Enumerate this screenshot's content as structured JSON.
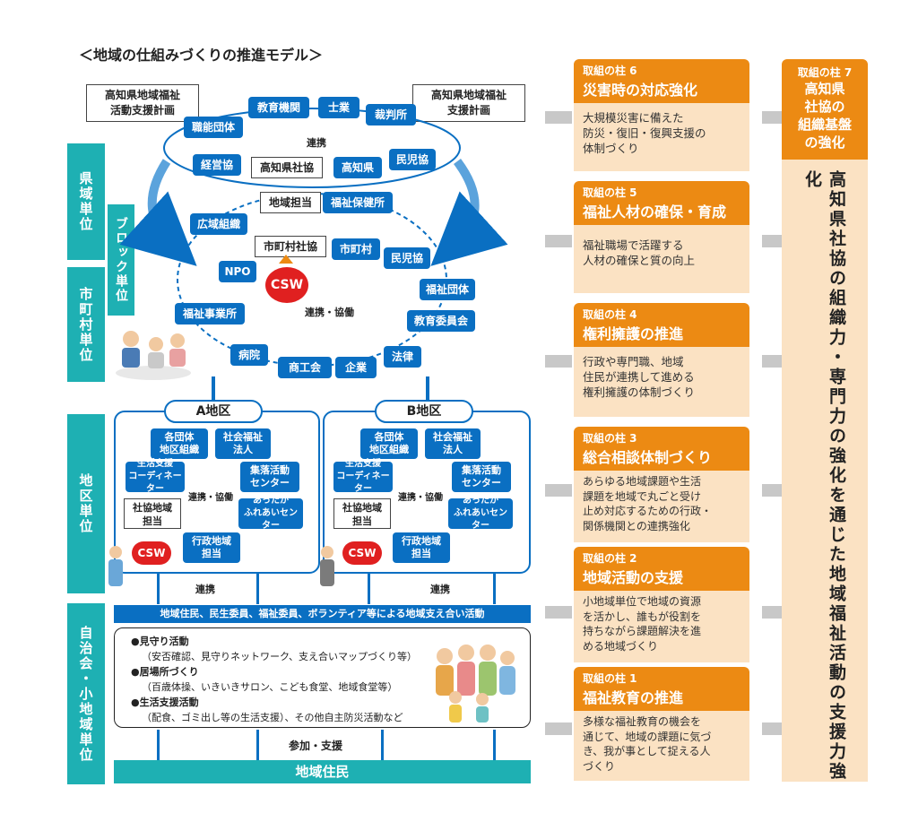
{
  "title": "＜地域の仕組みづくりの推進モデル＞",
  "plans": {
    "left": [
      "高知県地域福祉",
      "活動支援計画"
    ],
    "right": [
      "高知県地域福祉",
      "支援計画"
    ]
  },
  "levels": {
    "prefecture": "県域単位",
    "block": "ブロック単位",
    "municipality": "市町村単位",
    "district": "地区単位",
    "community": "自治会・小地域単位"
  },
  "prefecture_ring": {
    "nodes": [
      "教育機関",
      "士業",
      "裁判所",
      "職能団体",
      "経営協",
      "高知県社協",
      "高知県",
      "民児協"
    ],
    "center_label": "連携"
  },
  "municipal_ring": {
    "nodes": [
      "地域担当",
      "福祉保健所",
      "広域組織",
      "市町村社協",
      "市町村",
      "民児協",
      "NPO",
      "福祉団体",
      "福祉事業所",
      "教育委員会",
      "病院",
      "商工会",
      "企業",
      "法律"
    ],
    "csw": "CSW",
    "center_label": "連携・協働"
  },
  "districts": [
    {
      "title": "A地区",
      "org": [
        "各団体",
        "地区組織"
      ],
      "welfare": [
        "社会福祉",
        "法人"
      ],
      "coord": [
        "生活支援",
        "コーディネーター"
      ],
      "center": [
        "集落活動",
        "センター"
      ],
      "shakyo": [
        "社協地域",
        "担当"
      ],
      "fureai": [
        "あったか",
        "ふれあいセンター"
      ],
      "gyosei": [
        "行政地域",
        "担当"
      ],
      "label": "連携・協働",
      "csw": "CSW"
    },
    {
      "title": "B地区",
      "org": [
        "各団体",
        "地区組織"
      ],
      "welfare": [
        "社会福祉",
        "法人"
      ],
      "coord": [
        "生活支援",
        "コーディネーター"
      ],
      "center": [
        "集落活動",
        "センター"
      ],
      "shakyo": [
        "社協地域",
        "担当"
      ],
      "fureai": [
        "あったか",
        "ふれあいセンター"
      ],
      "gyosei": [
        "行政地域",
        "担当"
      ],
      "label": "連携・協働",
      "csw": "CSW"
    }
  ],
  "link_label": "連携",
  "residents_bar": "地域住民、民生委員、福祉委員、ボランティア等による地域支え合い活動",
  "activities": [
    {
      "head": "●見守り活動",
      "detail": "（安否確認、見守りネットワーク、支え合いマップづくり等）"
    },
    {
      "head": "●居場所づくり",
      "detail": "（百歳体操、いきいきサロン、こども食堂、地域食堂等）"
    },
    {
      "head": "●生活支援活動",
      "detail": "（配食、ゴミ出し等の生活支援）、その他自主防災活動など"
    }
  ],
  "participation": "参加・支援",
  "residents": "地域住民",
  "pillars": [
    {
      "num": "取組の柱 6",
      "title": "災害時の対応強化",
      "body": [
        "大規模災害に備えた",
        "防災・復旧・復興支援の",
        "体制づくり"
      ]
    },
    {
      "num": "取組の柱 5",
      "title": "福祉人材の確保・育成",
      "body": [
        "福祉職場で活躍する",
        "人材の確保と質の向上"
      ]
    },
    {
      "num": "取組の柱 4",
      "title": "権利擁護の推進",
      "body": [
        "行政や専門職、地域",
        "住民が連携して進める",
        "権利擁護の体制づくり"
      ]
    },
    {
      "num": "取組の柱 3",
      "title": "総合相談体制づくり",
      "body": [
        "あらゆる地域課題や生活",
        "課題を地域で丸ごと受け",
        "止め対応するための行政・",
        "関係機関との連携強化"
      ]
    },
    {
      "num": "取組の柱 2",
      "title": "地域活動の支援",
      "body": [
        "小地域単位で地域の資源",
        "を活かし、誰もが役割を",
        "持ちながら課題解決を進",
        "める地域づくり"
      ]
    },
    {
      "num": "取組の柱 1",
      "title": "福祉教育の推進",
      "body": [
        "多様な福祉教育の機会を",
        "通じて、地域の課題に気づ",
        "き、我が事として捉える人",
        "づくり"
      ]
    }
  ],
  "pillar7": {
    "num": "取組の柱 7",
    "title": [
      "高知県",
      "社協の",
      "組織基盤",
      "の強化"
    ],
    "vertical": "高知県社協の組織力・専門力の強化を通じた地域福祉活動の支援力強化"
  },
  "colors": {
    "blue": "#0a6fc2",
    "teal": "#1eb0b3",
    "orange": "#ec8a13",
    "peach": "#fbe2c3",
    "red": "#e02020"
  }
}
